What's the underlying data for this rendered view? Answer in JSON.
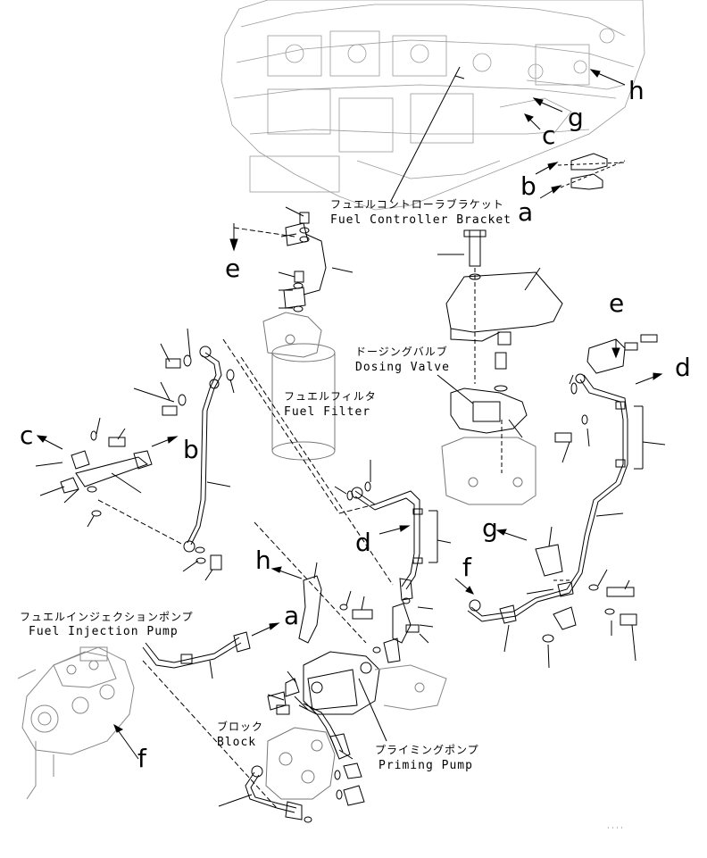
{
  "labels": {
    "ref_h_top": "h",
    "ref_g_top": "g",
    "ref_c_top": "c",
    "ref_b_top": "b",
    "ref_a_top": "a",
    "ref_e_left": "e",
    "ref_e_right": "e",
    "ref_d_right": "d",
    "ref_c_left": "c",
    "ref_b_mid": "b",
    "ref_d_mid": "d",
    "ref_f_mid": "f",
    "ref_g_mid": "g",
    "ref_h_mid": "h",
    "ref_a_mid": "a",
    "ref_f_bottom": "f"
  },
  "parts": {
    "fuel_controller_bracket_jp": "フュエルコントローラブラケット",
    "fuel_controller_bracket_en": "Fuel Controller Bracket",
    "dosing_valve_jp": "ドージングバルブ",
    "dosing_valve_en": "Dosing Valve",
    "fuel_filter_jp": "フュエルフィルタ",
    "fuel_filter_en": "Fuel Filter",
    "fuel_injection_pump_jp": "フュエルインジェクションポンプ",
    "fuel_injection_pump_en": "Fuel Injection Pump",
    "block_jp": "ブロック",
    "block_en": "Block",
    "priming_pump_jp": "プライミングポンプ",
    "priming_pump_en": "Priming Pump"
  }
}
